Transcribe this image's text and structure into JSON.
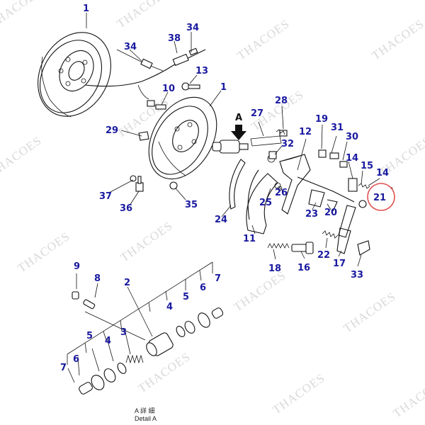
{
  "watermark": "THACOES",
  "callouts": [
    {
      "id": "1a",
      "text": "1"
    },
    {
      "id": "1b",
      "text": "1"
    },
    {
      "id": "2",
      "text": "2"
    },
    {
      "id": "3",
      "text": "3"
    },
    {
      "id": "4a",
      "text": "4"
    },
    {
      "id": "4b",
      "text": "4"
    },
    {
      "id": "5a",
      "text": "5"
    },
    {
      "id": "5b",
      "text": "5"
    },
    {
      "id": "6a",
      "text": "6"
    },
    {
      "id": "6b",
      "text": "6"
    },
    {
      "id": "7a",
      "text": "7"
    },
    {
      "id": "7b",
      "text": "7"
    },
    {
      "id": "8",
      "text": "8"
    },
    {
      "id": "9",
      "text": "9"
    },
    {
      "id": "10",
      "text": "10"
    },
    {
      "id": "11",
      "text": "11"
    },
    {
      "id": "12",
      "text": "12"
    },
    {
      "id": "13",
      "text": "13"
    },
    {
      "id": "14a",
      "text": "14"
    },
    {
      "id": "14b",
      "text": "14"
    },
    {
      "id": "15",
      "text": "15"
    },
    {
      "id": "16",
      "text": "16"
    },
    {
      "id": "17",
      "text": "17"
    },
    {
      "id": "18",
      "text": "18"
    },
    {
      "id": "19",
      "text": "19"
    },
    {
      "id": "20",
      "text": "20"
    },
    {
      "id": "21",
      "text": "21"
    },
    {
      "id": "22",
      "text": "22"
    },
    {
      "id": "23",
      "text": "23"
    },
    {
      "id": "24",
      "text": "24"
    },
    {
      "id": "25",
      "text": "25"
    },
    {
      "id": "26",
      "text": "26"
    },
    {
      "id": "27",
      "text": "27"
    },
    {
      "id": "28",
      "text": "28"
    },
    {
      "id": "29",
      "text": "29"
    },
    {
      "id": "30",
      "text": "30"
    },
    {
      "id": "31",
      "text": "31"
    },
    {
      "id": "32",
      "text": "32"
    },
    {
      "id": "33",
      "text": "33"
    },
    {
      "id": "34a",
      "text": "34"
    },
    {
      "id": "34b",
      "text": "34"
    },
    {
      "id": "35",
      "text": "35"
    },
    {
      "id": "36",
      "text": "36"
    },
    {
      "id": "37",
      "text": "37"
    },
    {
      "id": "38",
      "text": "38"
    }
  ],
  "detail_arrow_label": "A",
  "caption": {
    "line1": "A 詳 細",
    "line2": "Detail A"
  },
  "highlight": {
    "target": "21",
    "color": "#e05050"
  },
  "colors": {
    "callout": "#1a1aa0",
    "line": "#111111",
    "watermark": "#d9d9d9"
  }
}
